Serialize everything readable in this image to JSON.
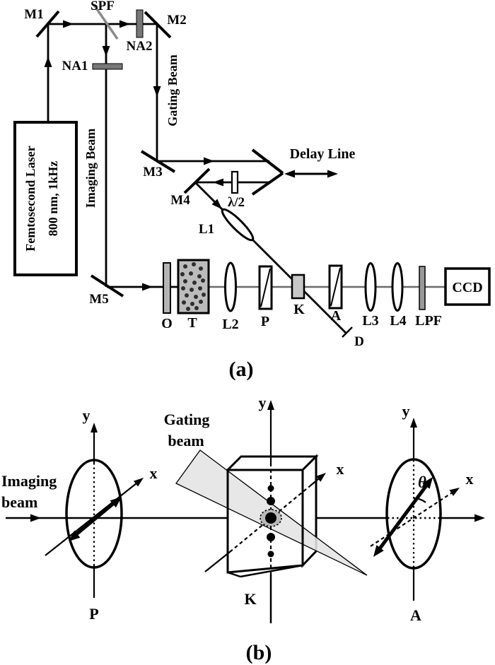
{
  "panel_a": {
    "caption": "(a)",
    "laser_line1": "Femtosecond Laser",
    "laser_line2": "800 nm, 1kHz",
    "imaging_beam": "Imaging Beam",
    "gating_beam": "Gating Beam",
    "delay_line": "Delay Line",
    "m1": "M1",
    "m2": "M2",
    "m3": "M3",
    "m4": "M4",
    "m5": "M5",
    "spf": "SPF",
    "na1": "NA1",
    "na2": "NA2",
    "half_wave": "λ/2",
    "l1": "L1",
    "l2": "L2",
    "l3": "L3",
    "l4": "L4",
    "o": "O",
    "t": "T",
    "p": "P",
    "k": "K",
    "a": "A",
    "lpf": "LPF",
    "ccd": "CCD",
    "d": "D"
  },
  "panel_b": {
    "caption": "(b)",
    "imaging_line1": "Imaging",
    "imaging_line2": "beam",
    "gating_line1": "Gating",
    "gating_line2": "beam",
    "axis_x": "x",
    "axis_y": "y",
    "p": "P",
    "k": "K",
    "a": "A",
    "theta": "θ"
  },
  "colors": {
    "ink": "#000000",
    "gray_beam": "#6b6b6b",
    "spf_gray": "#8a8a8a",
    "turbid_fill": "#bcbcbc",
    "kerr_fill": "#c8c8c8",
    "bar_gray": "#b5b5b5",
    "lpf_gray": "#999999",
    "attenuator_gray": "#777777",
    "wedge_gray": "#e4e4e4",
    "focus_gray": "#b9b9b9"
  }
}
